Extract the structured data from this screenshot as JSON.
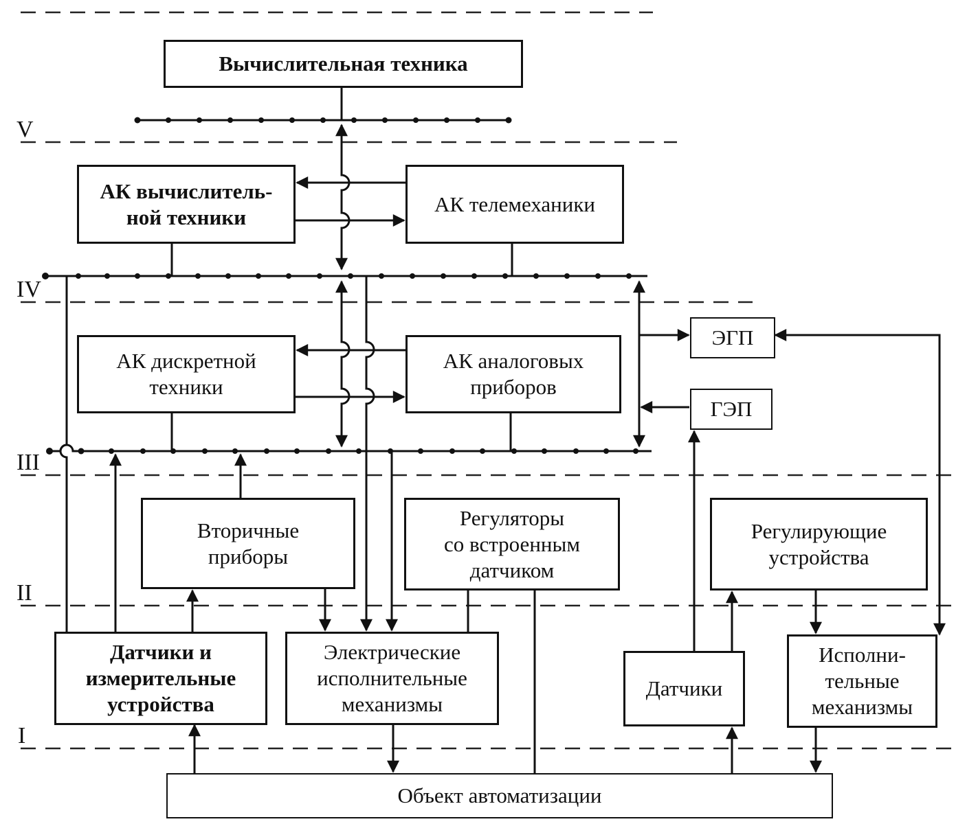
{
  "boxes": {
    "computing": "Вычислительная техника",
    "ak_computing": "АК вычислитель-\nной техники",
    "ak_telemech": "АК телемеханики",
    "ak_discrete": "АК дискретной\nтехники",
    "ak_analog": "АК аналоговых\nприборов",
    "egp": "ЭГП",
    "gep": "ГЭП",
    "secondary": "Вторичные\nприборы",
    "regulators": "Регуляторы\nсо встроенным\nдатчиком",
    "regulating": "Регулирующие\nустройства",
    "sensors_meas": "Датчики и\nизмерительные\nустройства",
    "electric_act": "Электрические\nисполнительные\nмеханизмы",
    "sensors": "Датчики",
    "actuators": "Исполни-\nтельные\nмеханизмы",
    "object": "Объект автоматизации"
  },
  "levels": [
    "V",
    "IV",
    "III",
    "II",
    "I"
  ]
}
